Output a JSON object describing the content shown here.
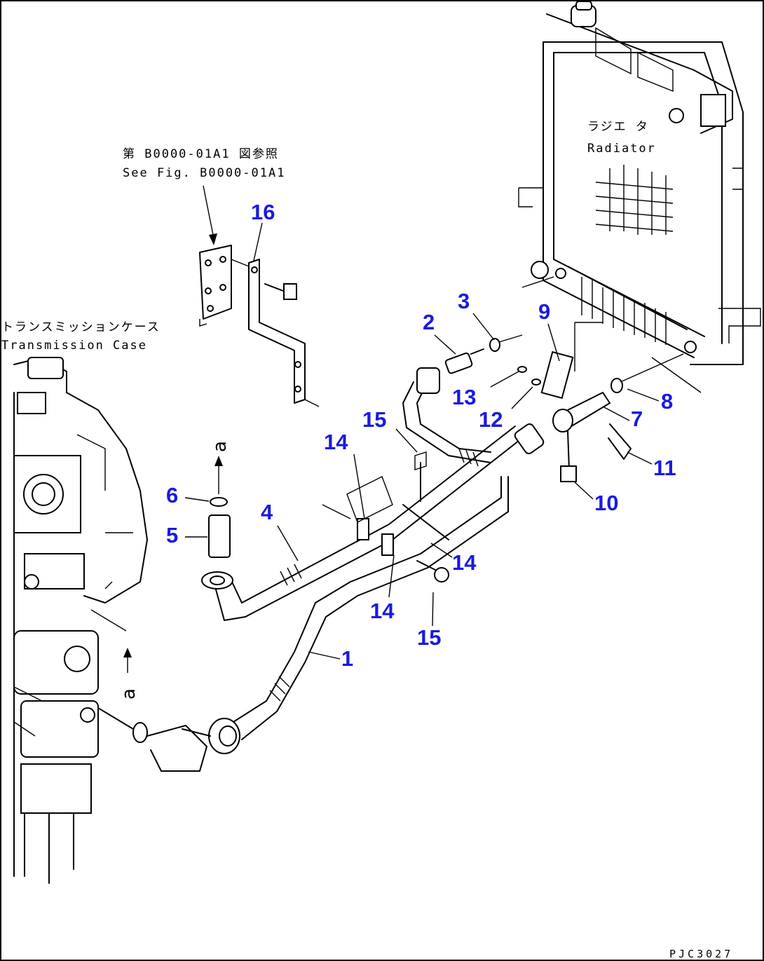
{
  "drawing_id": "PJC3027",
  "radiator_label": {
    "jp": "ラジエ タ",
    "en": "Radiator"
  },
  "transmission_label": {
    "jp": "トランスミッションケース",
    "en": "Transmission Case"
  },
  "reference_note": {
    "jp": "第 B0000-01A1 図参照",
    "en": "See Fig. B0000-01A1"
  },
  "connection_marker": "a",
  "callouts": [
    "16",
    "3",
    "2",
    "9",
    "13",
    "12",
    "8",
    "7",
    "15",
    "14",
    "11",
    "10",
    "6",
    "4",
    "5",
    "14",
    "14",
    "15",
    "1"
  ]
}
